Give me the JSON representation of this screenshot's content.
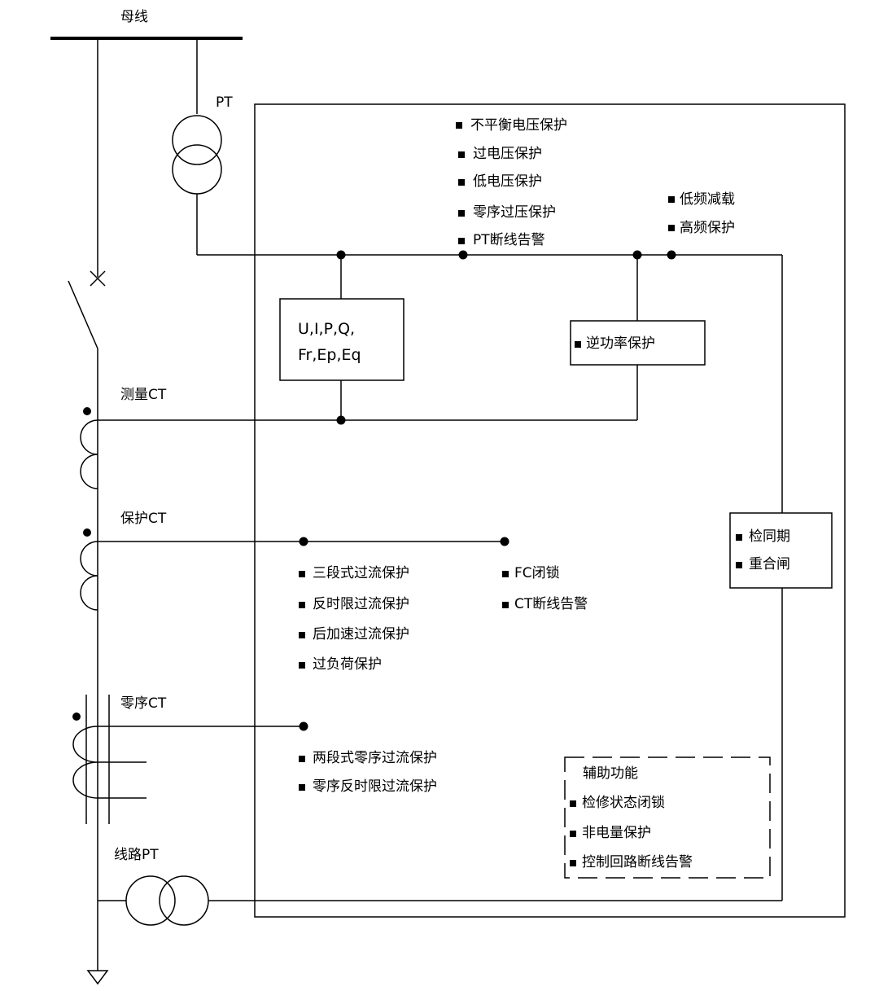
{
  "labels": {
    "busbar": "母线",
    "bus_pt": "PT",
    "measure_ct": "测量CT",
    "protect_ct": "保护CT",
    "zero_ct": "零序CT",
    "line_pt": "线路PT"
  },
  "meter_box": {
    "line1": "U,I,P,Q,",
    "line2": "Fr,Ep,Eq"
  },
  "voltage_functions": [
    "不平衡电压保护",
    "过电压保护",
    "低电压保护",
    "零序过压保护",
    "PT断线告警"
  ],
  "frequency_functions": [
    "低频减载",
    "高频保护"
  ],
  "reverse_power": "逆功率保护",
  "sync_box": [
    "检同期",
    "重合闸"
  ],
  "overcurrent_functions": [
    "三段式过流保护",
    "反时限过流保护",
    "后加速过流保护",
    "过负荷保护"
  ],
  "fc_functions": [
    "FC闭锁",
    "CT断线告警"
  ],
  "zero_seq_functions": [
    "两段式零序过流保护",
    "零序反时限过流保护"
  ],
  "auxiliary": {
    "title": "辅助功能",
    "items": [
      "检修状态闭锁",
      "非电量保护",
      "控制回路断线告警"
    ]
  }
}
